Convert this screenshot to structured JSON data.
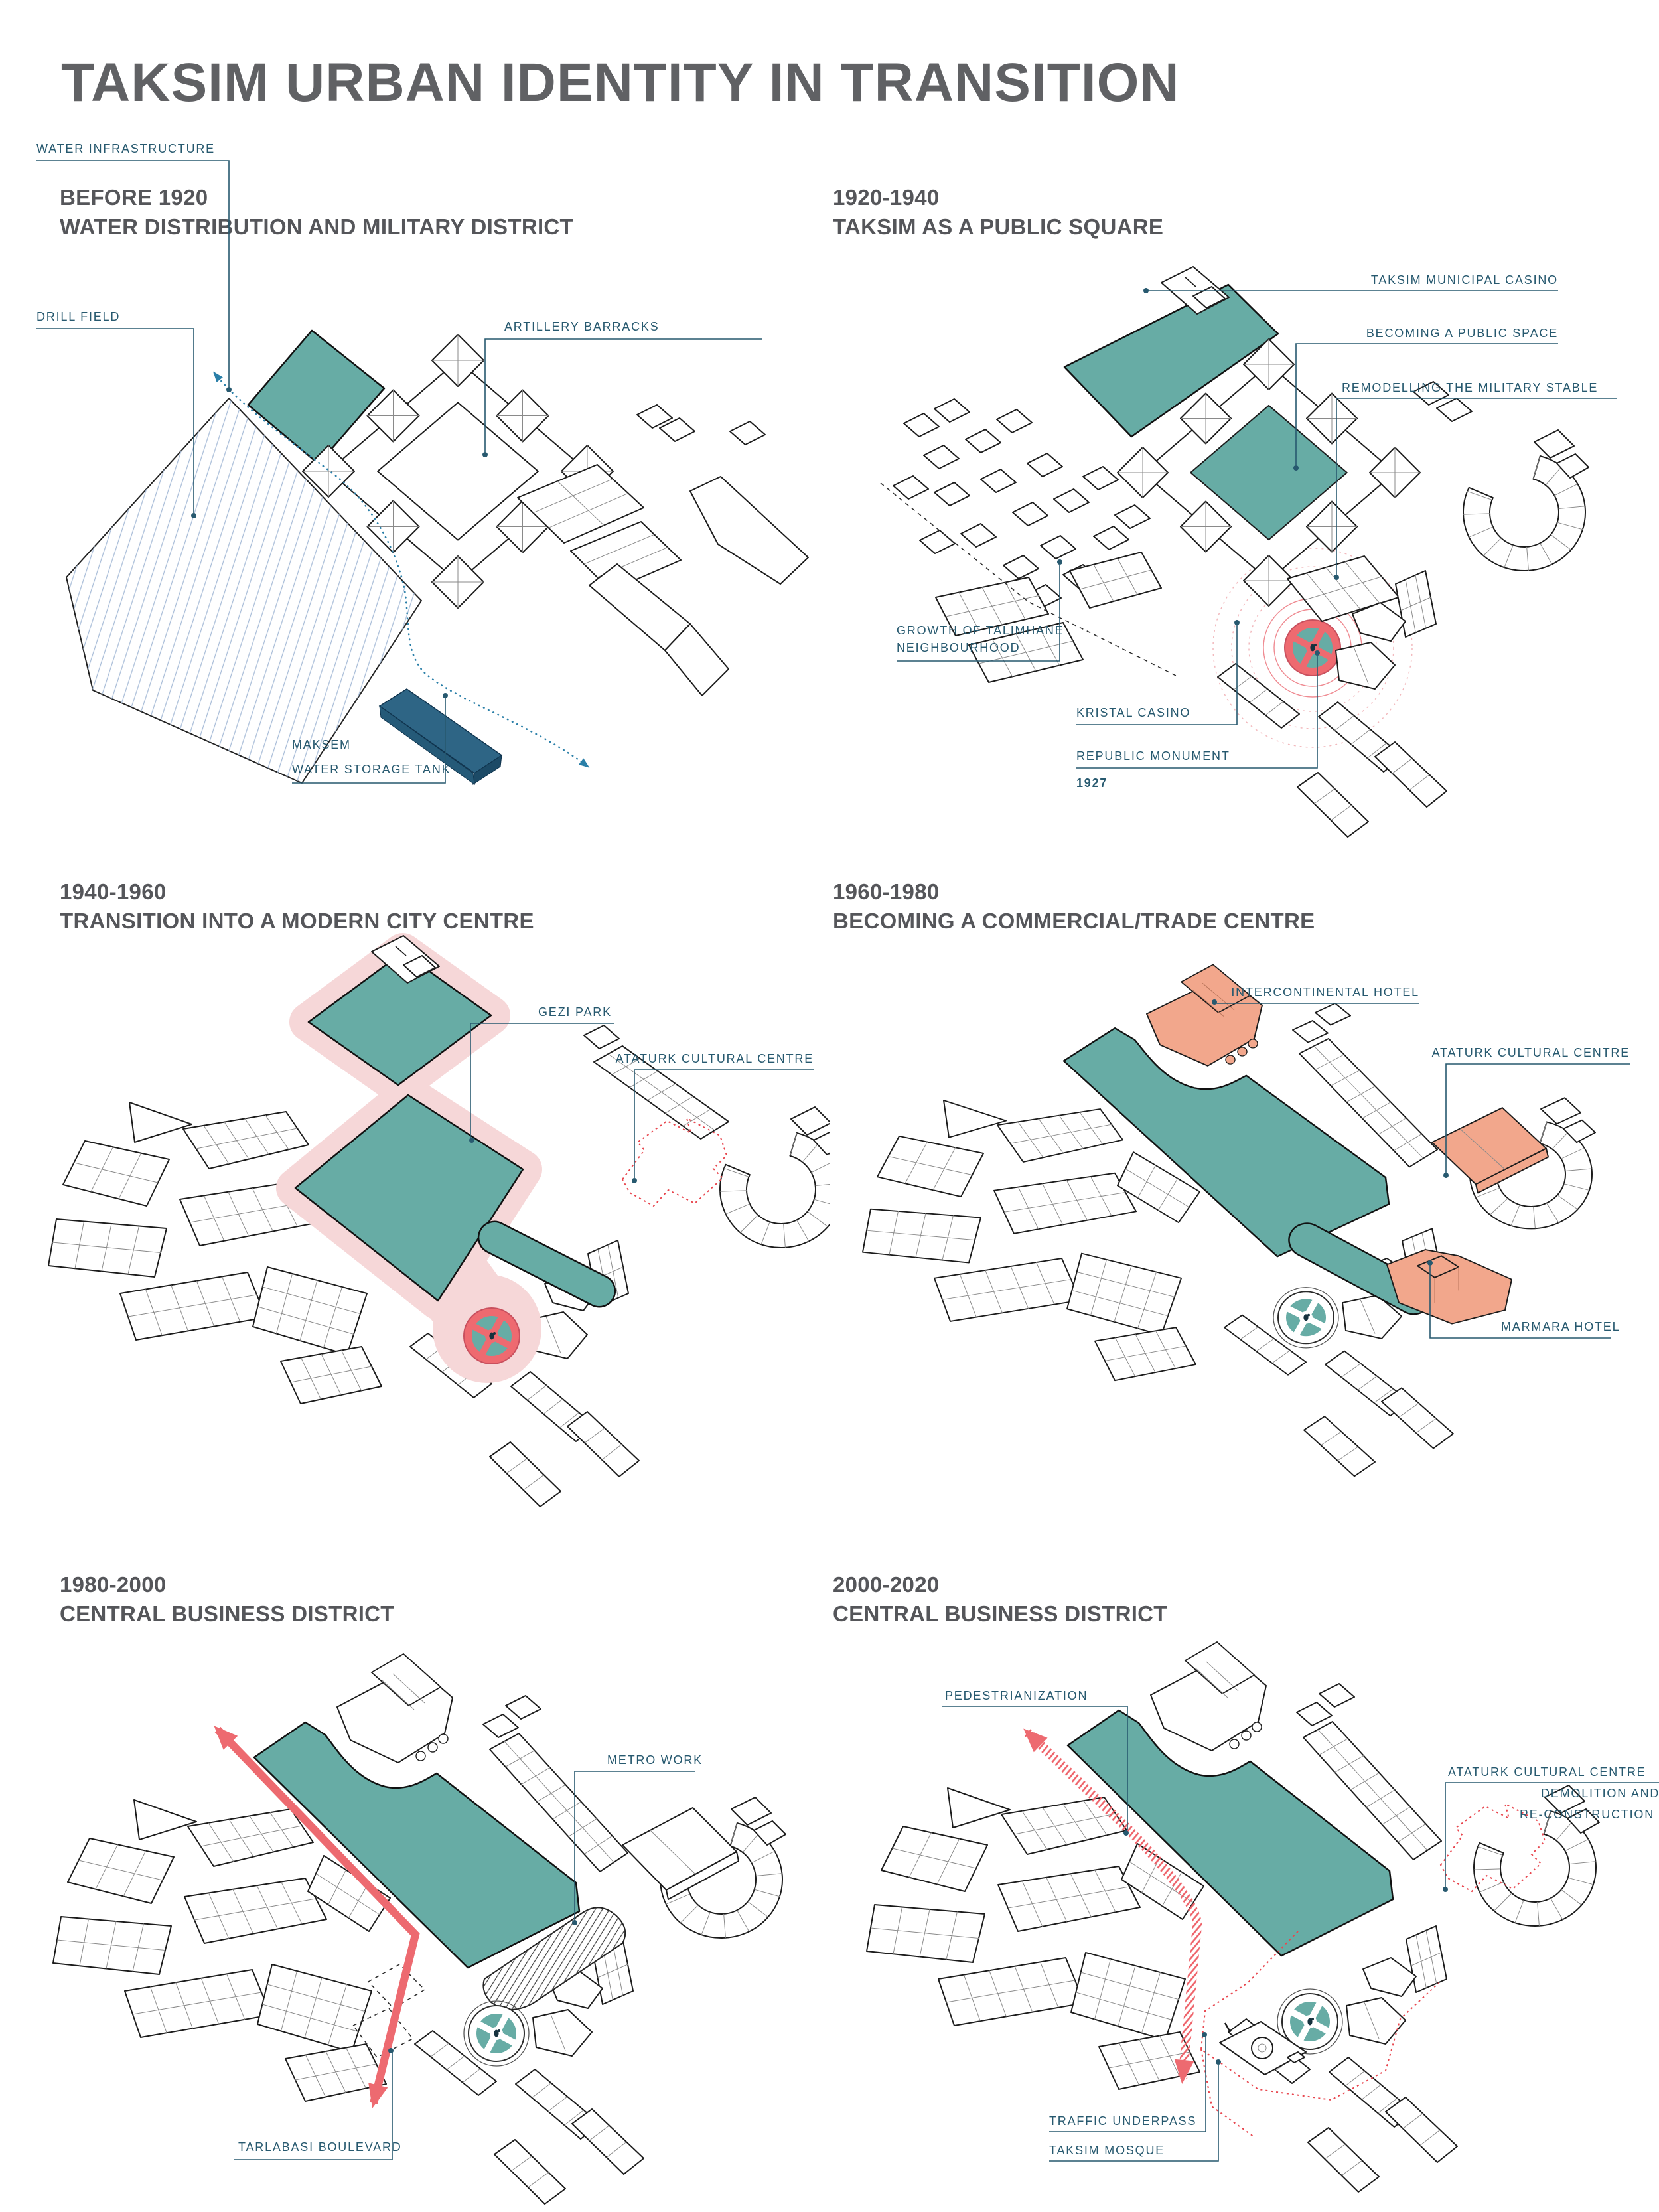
{
  "title": "TAKSIM URBAN IDENTITY IN TRANSITION",
  "colors": {
    "park_teal": "#67aca5",
    "landmark_salmon": "#f2a78c",
    "highlight_red": "#ed6a70",
    "promenade_pink": "#f6d7d8",
    "water_tank_navy": "#2e6585",
    "water_line_blue": "#2a7fa8",
    "label_blue": "#27596f",
    "heading_gray": "#55565a"
  },
  "panels": [
    {
      "period": "BEFORE 1920",
      "subtitle": "WATER DISTRIBUTION AND MILITARY DISTRICT",
      "labels": {
        "water_infrastructure": "WATER INFRASTRUCTURE",
        "drill_field": "DRILL FIELD",
        "artillery_barracks": "ARTILLERY BARRACKS",
        "maksem_line1": "MAKSEM",
        "maksem_line2": "WATER STORAGE TANK"
      }
    },
    {
      "period": "1920-1940",
      "subtitle": "TAKSIM AS A PUBLIC SQUARE",
      "labels": {
        "municipal_casino": "TAKSIM MUNICIPAL CASINO",
        "public_space": "BECOMING A PUBLIC SPACE",
        "military_stable": "REMODELLING THE MILITARY STABLE",
        "talimhane_line1": "GROWTH OF TALIMHANE",
        "talimhane_line2": "NEIGHBOURHOOD",
        "kristal_casino": "KRISTAL CASINO",
        "republic_monument": "REPUBLIC MONUMENT",
        "monument_year": "1927"
      }
    },
    {
      "period": "1940-1960",
      "subtitle": "TRANSITION INTO A MODERN CITY CENTRE",
      "labels": {
        "gezi_park": "GEZI PARK",
        "acc": "ATATURK CULTURAL CENTRE"
      }
    },
    {
      "period": "1960-1980",
      "subtitle": "BECOMING A COMMERCIAL/TRADE CENTRE",
      "labels": {
        "intercontinental": "INTERCONTINENTAL HOTEL",
        "acc": "ATATURK CULTURAL CENTRE",
        "marmara": "MARMARA HOTEL"
      }
    },
    {
      "period": "1980-2000",
      "subtitle": "CENTRAL BUSINESS DISTRICT",
      "labels": {
        "metro_work": "METRO WORK",
        "tarlabasi": "TARLABASI BOULEVARD"
      }
    },
    {
      "period": "2000-2020",
      "subtitle": "CENTRAL BUSINESS DISTRICT",
      "labels": {
        "pedestrianization": "PEDESTRIANIZATION",
        "acc_line1": "ATATURK CULTURAL CENTRE",
        "acc_line2": "DEMOLITION AND",
        "acc_line3": "RE-CONSTRUCTION",
        "traffic_underpass": "TRAFFIC UNDERPASS",
        "taksim_mosque": "TAKSIM MOSQUE"
      }
    }
  ]
}
